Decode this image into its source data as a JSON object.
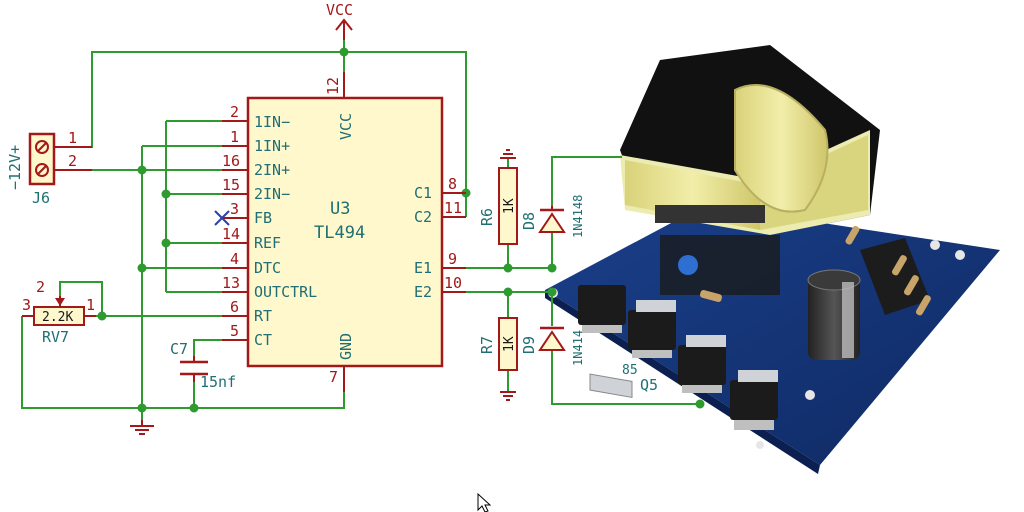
{
  "power": {
    "vcc_label": "VCC"
  },
  "ic": {
    "ref": "U3",
    "value": "TL494",
    "vcc_pin_name": "VCC",
    "gnd_pin_name": "GND",
    "pins_left": [
      {
        "num": "2",
        "name": "1IN−"
      },
      {
        "num": "1",
        "name": "1IN+"
      },
      {
        "num": "16",
        "name": "2IN+"
      },
      {
        "num": "15",
        "name": "2IN−"
      },
      {
        "num": "3",
        "name": "FB"
      },
      {
        "num": "14",
        "name": "REF"
      },
      {
        "num": "4",
        "name": "DTC"
      },
      {
        "num": "13",
        "name": "OUTCTRL"
      },
      {
        "num": "6",
        "name": "RT"
      },
      {
        "num": "5",
        "name": "CT"
      }
    ],
    "pins_right": [
      {
        "num": "8",
        "name": "C1"
      },
      {
        "num": "11",
        "name": "C2"
      },
      {
        "num": "9",
        "name": "E1"
      },
      {
        "num": "10",
        "name": "E2"
      }
    ],
    "pin_top": "12",
    "pin_bottom": "7"
  },
  "connector": {
    "ref": "J6",
    "label": "−12V+",
    "pin1": "1",
    "pin2": "2"
  },
  "pot": {
    "ref": "RV7",
    "value": "2.2K",
    "pin1": "1",
    "pin2": "2",
    "pin3": "3"
  },
  "cap": {
    "ref": "C7",
    "value": "15nf"
  },
  "resistors": [
    {
      "ref": "R6",
      "value": "1K"
    },
    {
      "ref": "R7",
      "value": "1K"
    }
  ],
  "diodes": [
    {
      "ref": "D8",
      "value": "1N4148"
    },
    {
      "ref": "D9",
      "value": "1N414"
    }
  ],
  "photo": {
    "label_q": "Q5",
    "label_num": "85"
  }
}
